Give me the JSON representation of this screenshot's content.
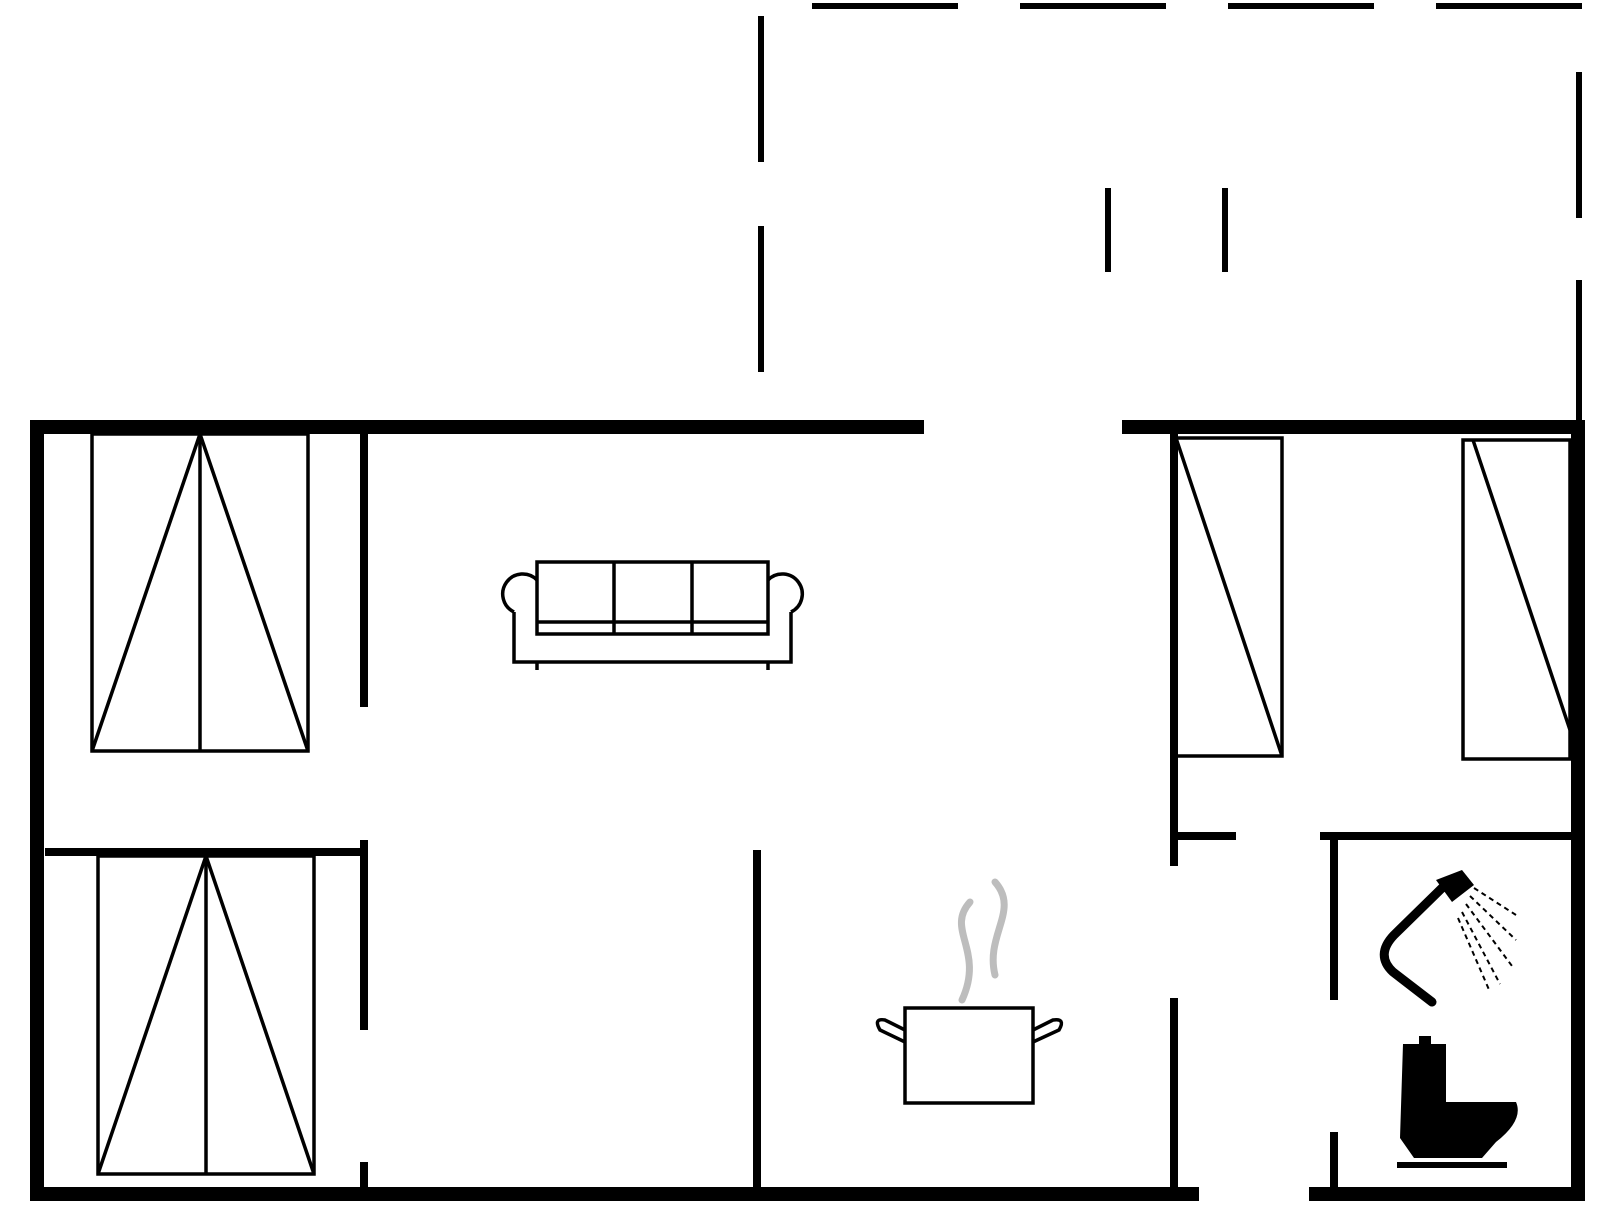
{
  "diagram": {
    "type": "floor-plan",
    "rooms": [
      {
        "name": "bedroom",
        "contents": [
          "double-bed-icon"
        ]
      },
      {
        "name": "bedroom",
        "contents": [
          "double-bed-icon"
        ]
      },
      {
        "name": "living-room",
        "contents": [
          "sofa-icon"
        ]
      },
      {
        "name": "kitchen",
        "contents": [
          "cooking-pot-icon"
        ]
      },
      {
        "name": "bedroom",
        "contents": [
          "single-bed-icon",
          "single-bed-icon"
        ]
      },
      {
        "name": "bathroom",
        "contents": [
          "shower-icon",
          "toilet-icon"
        ]
      },
      {
        "name": "terrace",
        "contents": []
      }
    ],
    "colors": {
      "wall": "#000000",
      "steam": "#bdbdbd",
      "background": "#ffffff"
    }
  }
}
